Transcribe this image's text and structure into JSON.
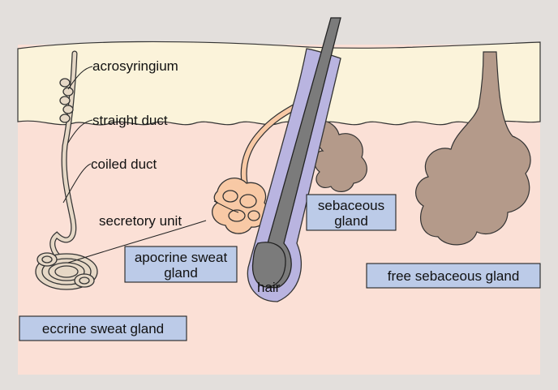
{
  "diagram": {
    "labels": {
      "acrosyringium": "acrosyringium",
      "straight_duct": "straight duct",
      "coiled_duct": "coiled duct",
      "secretory_unit": "secretory unit",
      "hair": "hair"
    },
    "boxes": {
      "eccrine": [
        "eccrine sweat gland"
      ],
      "apocrine": [
        "apocrine sweat",
        "gland"
      ],
      "sebaceous": [
        "sebaceous",
        "gland"
      ],
      "free_sebaceous": [
        "free sebaceous gland"
      ]
    },
    "colors": {
      "background": "#e3dfdc",
      "dermis": "#fbe0d6",
      "epidermis": "#fbf3da",
      "sebaceous_gland": "#b49a8a",
      "apocrine_gland": "#f8c9a5",
      "eccrine_duct": "#e6d8c6",
      "hair_shaft": "#7b7b7b",
      "hair_sheath": "#b9b4e0",
      "label_box": "#bccbe8"
    }
  }
}
